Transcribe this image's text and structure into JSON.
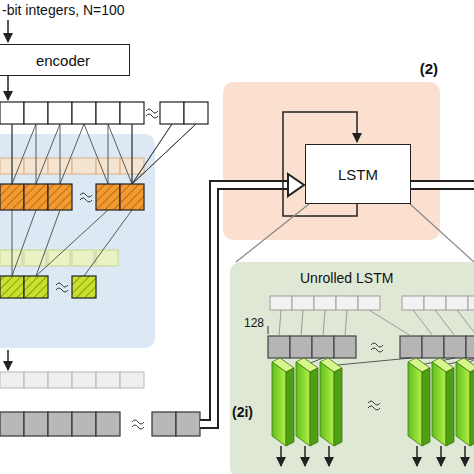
{
  "diagram": {
    "nodes": [
      {
        "text": [
          "encoder"
        ]
      },
      {
        "text": [
          "(2)"
        ]
      },
      {
        "text": [
          "LSTM"
        ],
        "in": 1
      },
      {
        "text": [
          "Unrolled LSTM"
        ]
      }
    ],
    "edges": [
      {
        "from": 2,
        "to": 3,
        "arrow": "none"
      }
    ],
    "labels": [
      "-bit integers, N=100",
      "128",
      "(2i)"
    ]
  }
}
